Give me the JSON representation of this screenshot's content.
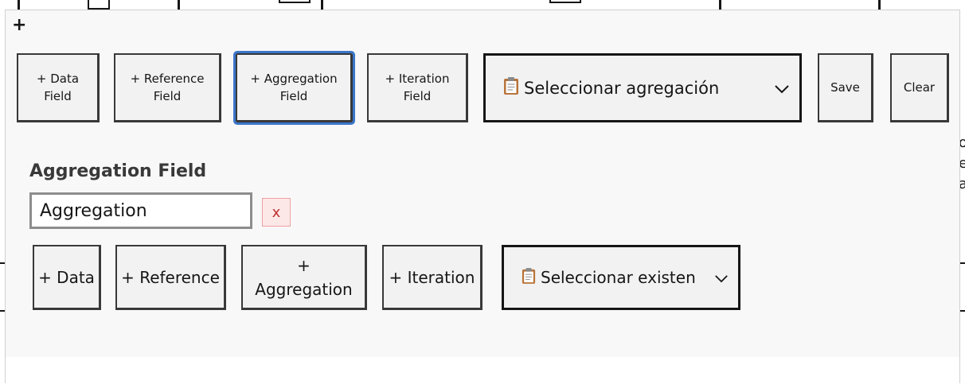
{
  "background": {
    "right_text": [
      "o",
      "e",
      "a"
    ]
  },
  "panel": {
    "add_symbol": "+",
    "toolbar": {
      "data_field": "+ Data Field",
      "reference_field": "+ Reference Field",
      "aggregation_field": "+ Aggregation Field",
      "iteration_field": "+ Iteration Field",
      "aggregation_select": "Seleccionar agregación",
      "save": "Save",
      "clear": "Clear"
    },
    "section": {
      "title": "Aggregation Field",
      "name_value": "Aggregation",
      "remove_label": "x"
    },
    "sub_toolbar": {
      "data": "+ Data",
      "reference": "+ Reference",
      "aggregation": "+ Aggregation",
      "iteration": "+ Iteration",
      "existing_select": "Seleccionar existen"
    }
  },
  "icons": {
    "clipboard": "clipboard-icon",
    "chevron": "chevron-down-icon"
  },
  "colors": {
    "focus_ring": "#3b76c9",
    "remove_bg": "#fde8e8",
    "remove_fg": "#c03030"
  }
}
